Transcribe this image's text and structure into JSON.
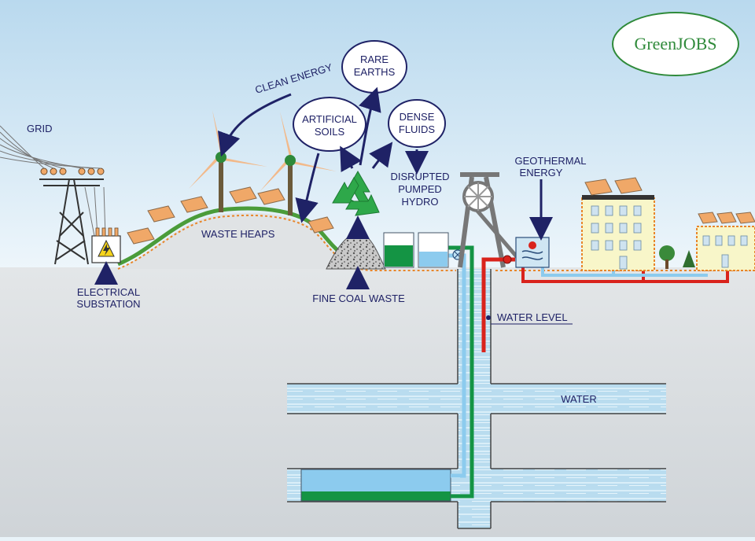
{
  "brand": {
    "name": "GreenJOBS"
  },
  "labels": {
    "grid": "GRID",
    "electrical_substation_1": "ELECTRICAL",
    "electrical_substation_2": "SUBSTATION",
    "clean_energy": "CLEAN ENERGY",
    "rare_earths_1": "RARE",
    "rare_earths_2": "EARTHS",
    "artificial_soils_1": "ARTIFICIAL",
    "artificial_soils_2": "SOILS",
    "dense_fluids_1": "DENSE",
    "dense_fluids_2": "FLUIDS",
    "disrupted_1": "DISRUPTED",
    "disrupted_2": "PUMPED",
    "disrupted_3": "HYDRO",
    "geothermal_1": "GEOTHERMAL",
    "geothermal_2": "ENERGY",
    "waste_heaps": "WASTE HEAPS",
    "fine_coal_waste": "FINE COAL WASTE",
    "water_level": "WATER LEVEL",
    "water": "WATER"
  },
  "colors": {
    "sky_top": "#b9d9ee",
    "sky_bottom": "#e9f3f9",
    "ground": "#d6dadd",
    "water_light": "#8ccbee",
    "green_fluid": "#149444",
    "pipe_red": "#d9231c",
    "label_navy": "#1f2266",
    "brand_green": "#2f8a3a",
    "solar_orange": "#f0a868"
  }
}
